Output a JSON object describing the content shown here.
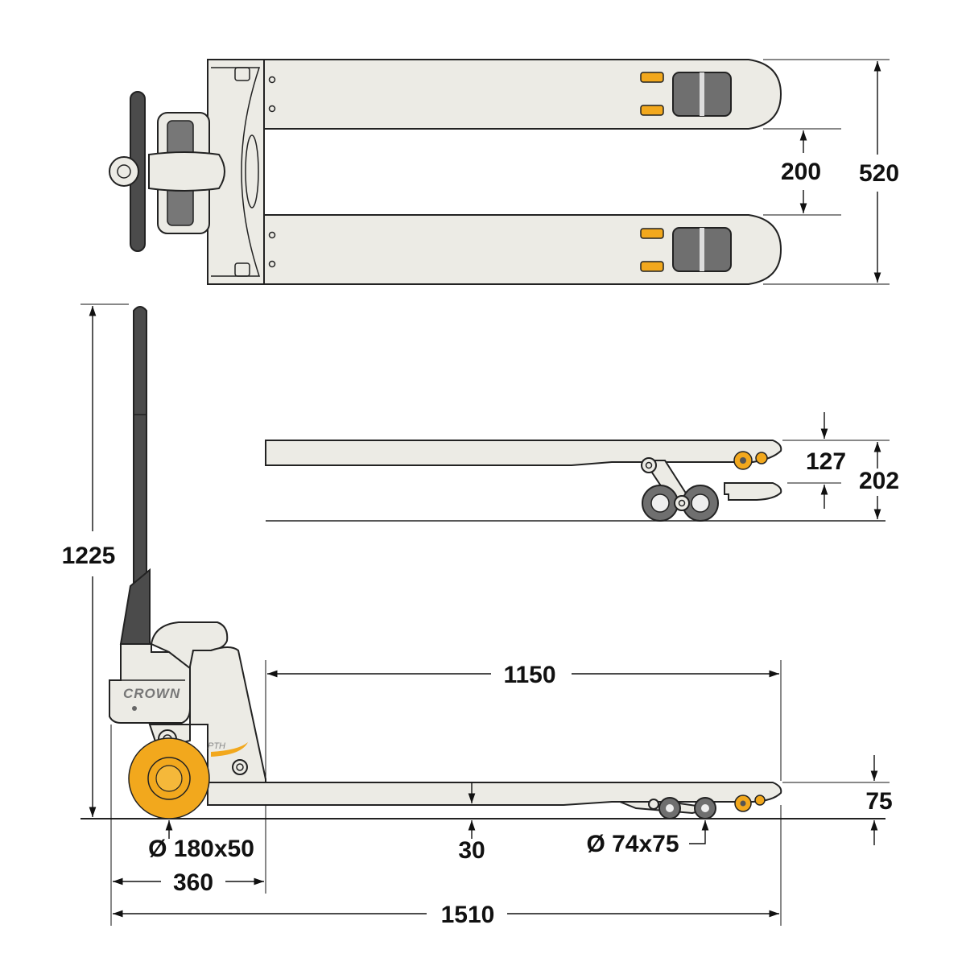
{
  "branding": {
    "logo": "CROWN",
    "model": "PTH"
  },
  "colors": {
    "accent": "#f2a81d",
    "body": "#ecebe5",
    "outline": "#222222",
    "handle": "#4b4b4b"
  },
  "dimensions": {
    "fork_width_total": "520",
    "fork_gap": "200",
    "handle_height": "1225",
    "lift_stroke": "127",
    "max_fork_height": "202",
    "fork_length": "1150",
    "min_fork_height": "75",
    "steer_wheel": "Ø 180x50",
    "fork_front_clearance": "30",
    "load_roller": "Ø 74x75",
    "chassis_length": "360",
    "overall_length": "1510"
  }
}
